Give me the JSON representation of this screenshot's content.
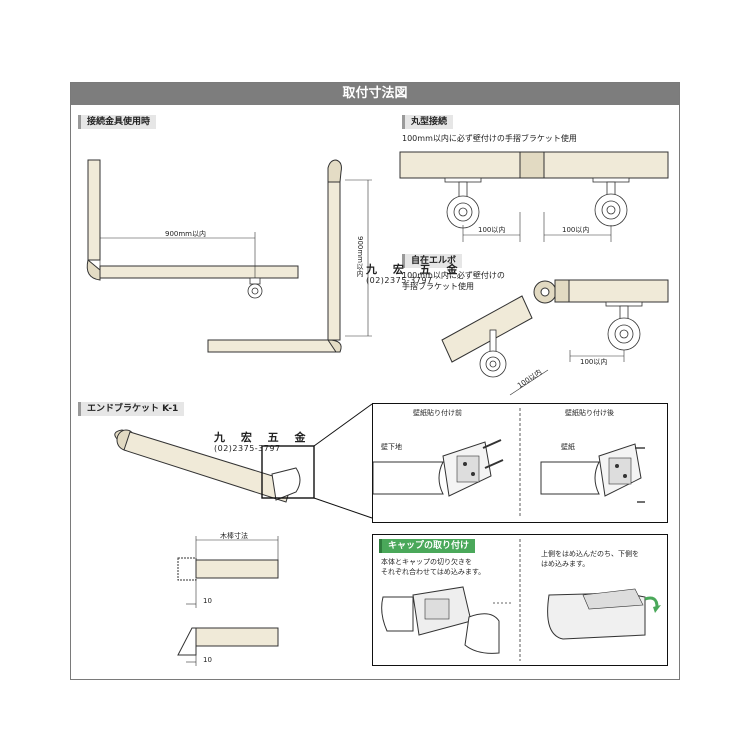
{
  "header": {
    "title": "取付寸法図"
  },
  "sections": {
    "connector": {
      "label": "接続金具使用時",
      "dim_horizontal": "900mm以内",
      "dim_vertical": "900mm以内"
    },
    "round": {
      "label": "丸型接続",
      "note": "100mm以内に必ず壁付けの手摺ブラケット使用",
      "dim_left": "100以内",
      "dim_right": "100以内"
    },
    "elbow": {
      "label": "自在エルボ",
      "note_line1": "100mm以内に必ず壁付けの",
      "note_line2": "手摺ブラケット使用",
      "dim_angled": "100以内",
      "dim_right": "100以内"
    },
    "end_bracket": {
      "label": "エンドブラケット K-1",
      "dim_wood": "木棒寸法",
      "dim_10_top": "10",
      "dim_10_bottom": "10"
    },
    "wallpaper": {
      "before": "壁紙貼り付け前",
      "after": "壁紙貼り付け後",
      "label_before": "壁下地",
      "label_after": "壁紙"
    },
    "cap": {
      "label": "キャップの取り付け",
      "left_line1": "本体とキャップの切り欠きを",
      "left_line2": "それぞれ合わせてはめ込みます。",
      "right_line1": "上側をはめ込んだのち、下側を",
      "right_line2": "はめ込みます。"
    }
  },
  "watermarks": [
    {
      "name": "九 宏 五 金",
      "phone": "(02)2375-3797"
    },
    {
      "name": "九 宏 五 金",
      "phone": "(02)2375-3797"
    }
  ],
  "colors": {
    "rail": "#f0ead8",
    "banner": "#7d7d7d",
    "accent_green": "#4aa85a"
  }
}
